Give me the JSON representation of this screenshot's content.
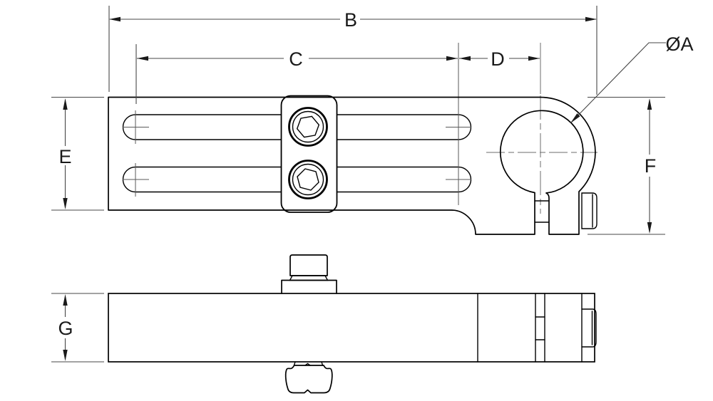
{
  "drawing": {
    "kind": "engineering-dimension-drawing",
    "views": [
      "top view",
      "side view"
    ]
  },
  "labels": {
    "B": "B",
    "C": "C",
    "D": "D",
    "E": "E",
    "F": "F",
    "G": "G",
    "diameter_A": "ØA"
  },
  "colors": {
    "background": "#ffffff",
    "part_line": "#000000",
    "dimension_line": "#474747",
    "centerline": "#6e6e6e",
    "text": "#1a1a1a"
  }
}
